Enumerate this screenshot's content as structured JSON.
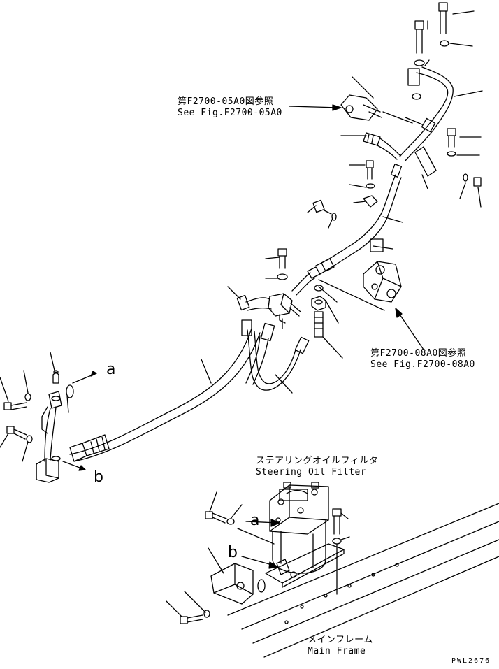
{
  "refs": {
    "top_jp": "第F2700-05A0図参照",
    "top_en": "See Fig.F2700-05A0",
    "mid_jp": "第F2700-08A0図参照",
    "mid_en": "See Fig.F2700-08A0"
  },
  "filter": {
    "jp": "ステアリングオイルフィルタ",
    "en": "Steering Oil Filter"
  },
  "frame": {
    "jp": "メインフレーム",
    "en": "Main Frame"
  },
  "markers": {
    "a": "a",
    "b": "b"
  },
  "drawing_code": "PWL2676"
}
